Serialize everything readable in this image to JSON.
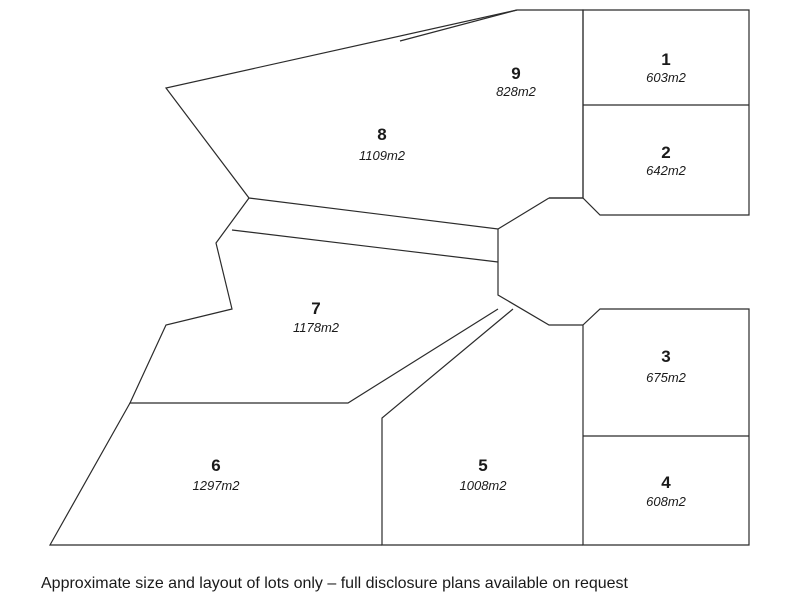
{
  "lots": [
    {
      "number": "1",
      "area": "603m2"
    },
    {
      "number": "2",
      "area": "642m2"
    },
    {
      "number": "3",
      "area": "675m2"
    },
    {
      "number": "4",
      "area": "608m2"
    },
    {
      "number": "5",
      "area": "1008m2"
    },
    {
      "number": "6",
      "area": "1297m2"
    },
    {
      "number": "7",
      "area": "1178m2"
    },
    {
      "number": "8",
      "area": "1109m2"
    },
    {
      "number": "9",
      "area": "828m2"
    }
  ],
  "caption": "Approximate size and layout of lots only – full disclosure plans available on request"
}
